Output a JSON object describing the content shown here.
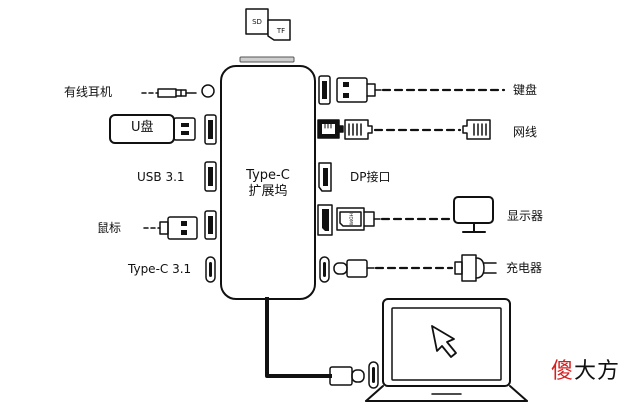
{
  "hub": {
    "line1": "Type-C",
    "line2": "扩展坞"
  },
  "card_slots": {
    "sd": "SD",
    "tf": "TF"
  },
  "left_ports": {
    "audio": "有线耳机",
    "usb_drive": "U盘",
    "usb31": "USB 3.1",
    "mouse": "鼠标",
    "typec31": "Type-C 3.1"
  },
  "right_ports": {
    "keyboard": "键盘",
    "network": "网线",
    "dp": "DP接口",
    "monitor": "显示器",
    "charger": "充电器"
  },
  "hdmi_text": "HDMI",
  "brand": {
    "part1": "傻",
    "part2": "大方"
  },
  "colors": {
    "line": "#111111",
    "brand_red": "#d81e1e"
  }
}
